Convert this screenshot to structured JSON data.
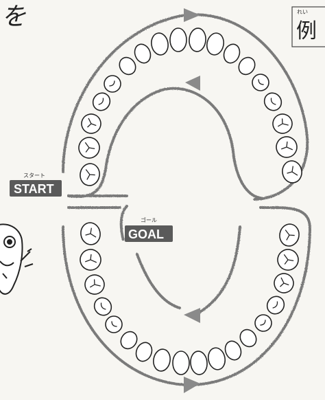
{
  "heading": {
    "fragment": "を"
  },
  "example_box": {
    "ruby": "れい",
    "label": "例"
  },
  "start": {
    "ruby": "スタート",
    "label": "START"
  },
  "goal": {
    "ruby": "ゴール",
    "label": "GOAL"
  },
  "colors": {
    "paper": "#f7f6f2",
    "ink": "#2a2a2a",
    "dashed_path": "#7a7a7a",
    "badge": "#5a5a5a",
    "badge_text": "#ffffff"
  },
  "icons": {
    "arrow": "arrowhead-icon",
    "tooth": "tooth-icon",
    "character": "tooth-mascot-icon"
  }
}
